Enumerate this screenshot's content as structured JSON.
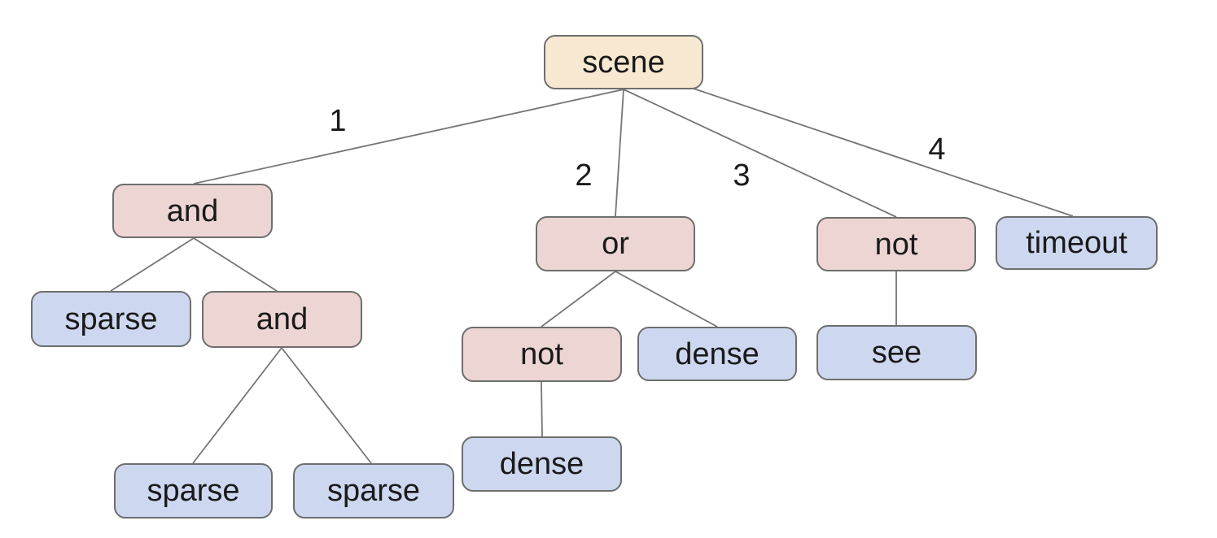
{
  "diagram": {
    "kind": "tree-diagram",
    "colors": {
      "background": "#ffffff",
      "root_fill": "#f6e8d1",
      "operator_fill": "#ecd5d2",
      "leaf_fill": "#cdd8f0",
      "border": "#6e6e6e",
      "edge": "#757575",
      "text": "#1a1a1a"
    },
    "nodes": [
      {
        "label": "scene",
        "kind": "root"
      },
      {
        "label": "and",
        "kind": "operator"
      },
      {
        "label": "or",
        "kind": "operator"
      },
      {
        "label": "not",
        "kind": "operator"
      },
      {
        "label": "timeout",
        "kind": "leaf"
      },
      {
        "label": "sparse",
        "kind": "leaf"
      },
      {
        "label": "and",
        "kind": "operator"
      },
      {
        "label": "not",
        "kind": "operator"
      },
      {
        "label": "dense",
        "kind": "leaf"
      },
      {
        "label": "see",
        "kind": "leaf"
      },
      {
        "label": "sparse",
        "kind": "leaf"
      },
      {
        "label": "sparse",
        "kind": "leaf"
      },
      {
        "label": "dense",
        "kind": "leaf"
      }
    ],
    "edge_labels": [
      {
        "label": "1"
      },
      {
        "label": "2"
      },
      {
        "label": "3"
      },
      {
        "label": "4"
      }
    ],
    "tree": {
      "root": "scene",
      "children": [
        {
          "edge": "1",
          "label": "and",
          "children": [
            {
              "label": "sparse"
            },
            {
              "label": "and",
              "children": [
                {
                  "label": "sparse"
                },
                {
                  "label": "sparse"
                }
              ]
            }
          ]
        },
        {
          "edge": "2",
          "label": "or",
          "children": [
            {
              "label": "not",
              "children": [
                {
                  "label": "dense"
                }
              ]
            },
            {
              "label": "dense"
            }
          ]
        },
        {
          "edge": "3",
          "label": "not",
          "children": [
            {
              "label": "see"
            }
          ]
        },
        {
          "edge": "4",
          "label": "timeout"
        }
      ]
    }
  }
}
